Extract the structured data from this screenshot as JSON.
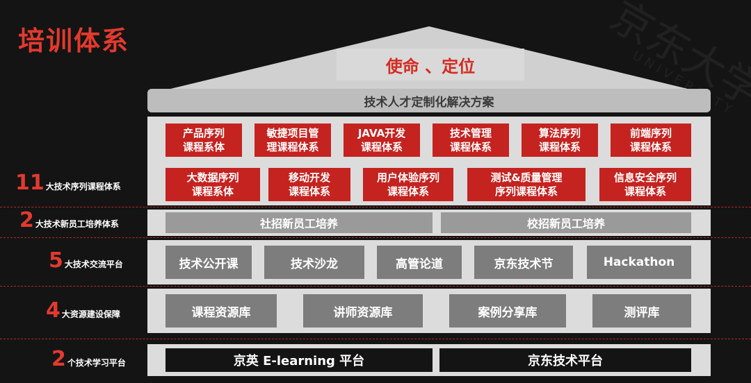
{
  "title": "培训体系",
  "watermark": "京东大学",
  "watermark_sub": "UNIVERSITY",
  "mission": "使命 、定位",
  "solution": "技术人才定制化解决方案",
  "courses_row1": [
    "产品序列\n课程系体",
    "敏捷项目管\n理课程体系",
    "JAVA开发\n课程体系",
    "技术管理\n课程体系",
    "算法序列\n课程体系",
    "前端序列\n课程体系"
  ],
  "courses_row2": [
    "大数据序列\n课程系体",
    "移动开发\n课程体系",
    "用户体验序列\n课程体系",
    "测试&质量管理\n序列课程体系",
    "信息安全序列\n课程体系"
  ],
  "onboarding": [
    "社招新员工培养",
    "校招新员工培养"
  ],
  "exchange": [
    "技术公开课",
    "技术沙龙",
    "高管论道",
    "京东技术节",
    "Hackathon"
  ],
  "resources": [
    "课程资源库",
    "讲师资源库",
    "案例分享库",
    "测评库"
  ],
  "platforms": [
    "京英 E-learning 平台",
    "京东技术平台"
  ],
  "labels": [
    {
      "num": "11",
      "text": "大技术序列课程体系"
    },
    {
      "num": "2",
      "text": "大技术新员工培养体系"
    },
    {
      "num": "5",
      "text": "大技术交流平台"
    },
    {
      "num": "4",
      "text": "大资源建设保障"
    },
    {
      "num": "2",
      "text": "个技术学习平台"
    }
  ],
  "colors": {
    "accent": "#c42320",
    "background": "#141414",
    "panel": "#dcdcdc",
    "box": "#7d7d7d"
  }
}
